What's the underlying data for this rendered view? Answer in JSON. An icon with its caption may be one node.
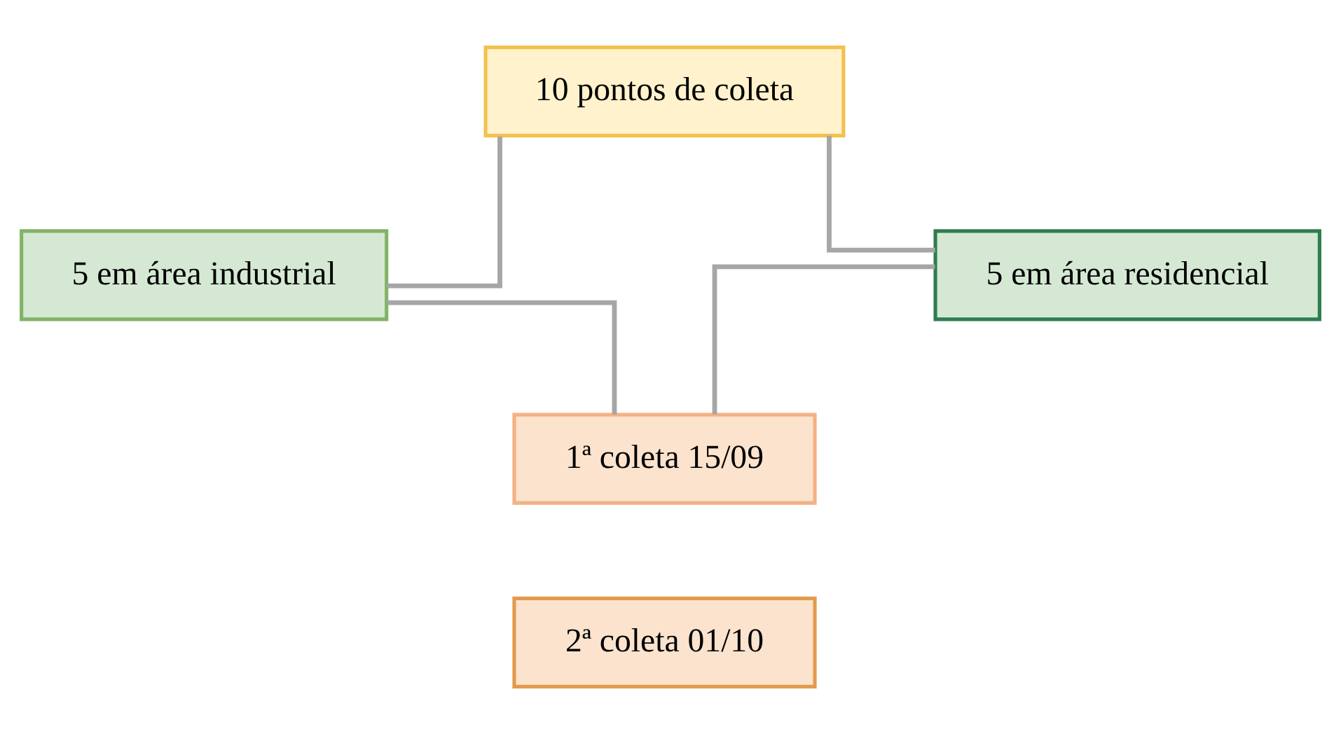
{
  "diagram": {
    "nodes": [
      {
        "text": [
          "10 pontos de coleta"
        ]
      },
      {
        "text": [
          "5 em área industrial"
        ]
      },
      {
        "text": [
          "5 em área residencial"
        ]
      },
      {
        "text": [
          "1ª coleta 15/09"
        ]
      },
      {
        "text": [
          "2ª coleta 01/10"
        ]
      }
    ],
    "edges": [
      {
        "from": 0,
        "to": 1,
        "arrow": "none"
      },
      {
        "from": 0,
        "to": 2,
        "arrow": "none"
      },
      {
        "from": 1,
        "to": 3,
        "arrow": "none"
      },
      {
        "from": 2,
        "to": 3,
        "arrow": "none"
      }
    ]
  }
}
